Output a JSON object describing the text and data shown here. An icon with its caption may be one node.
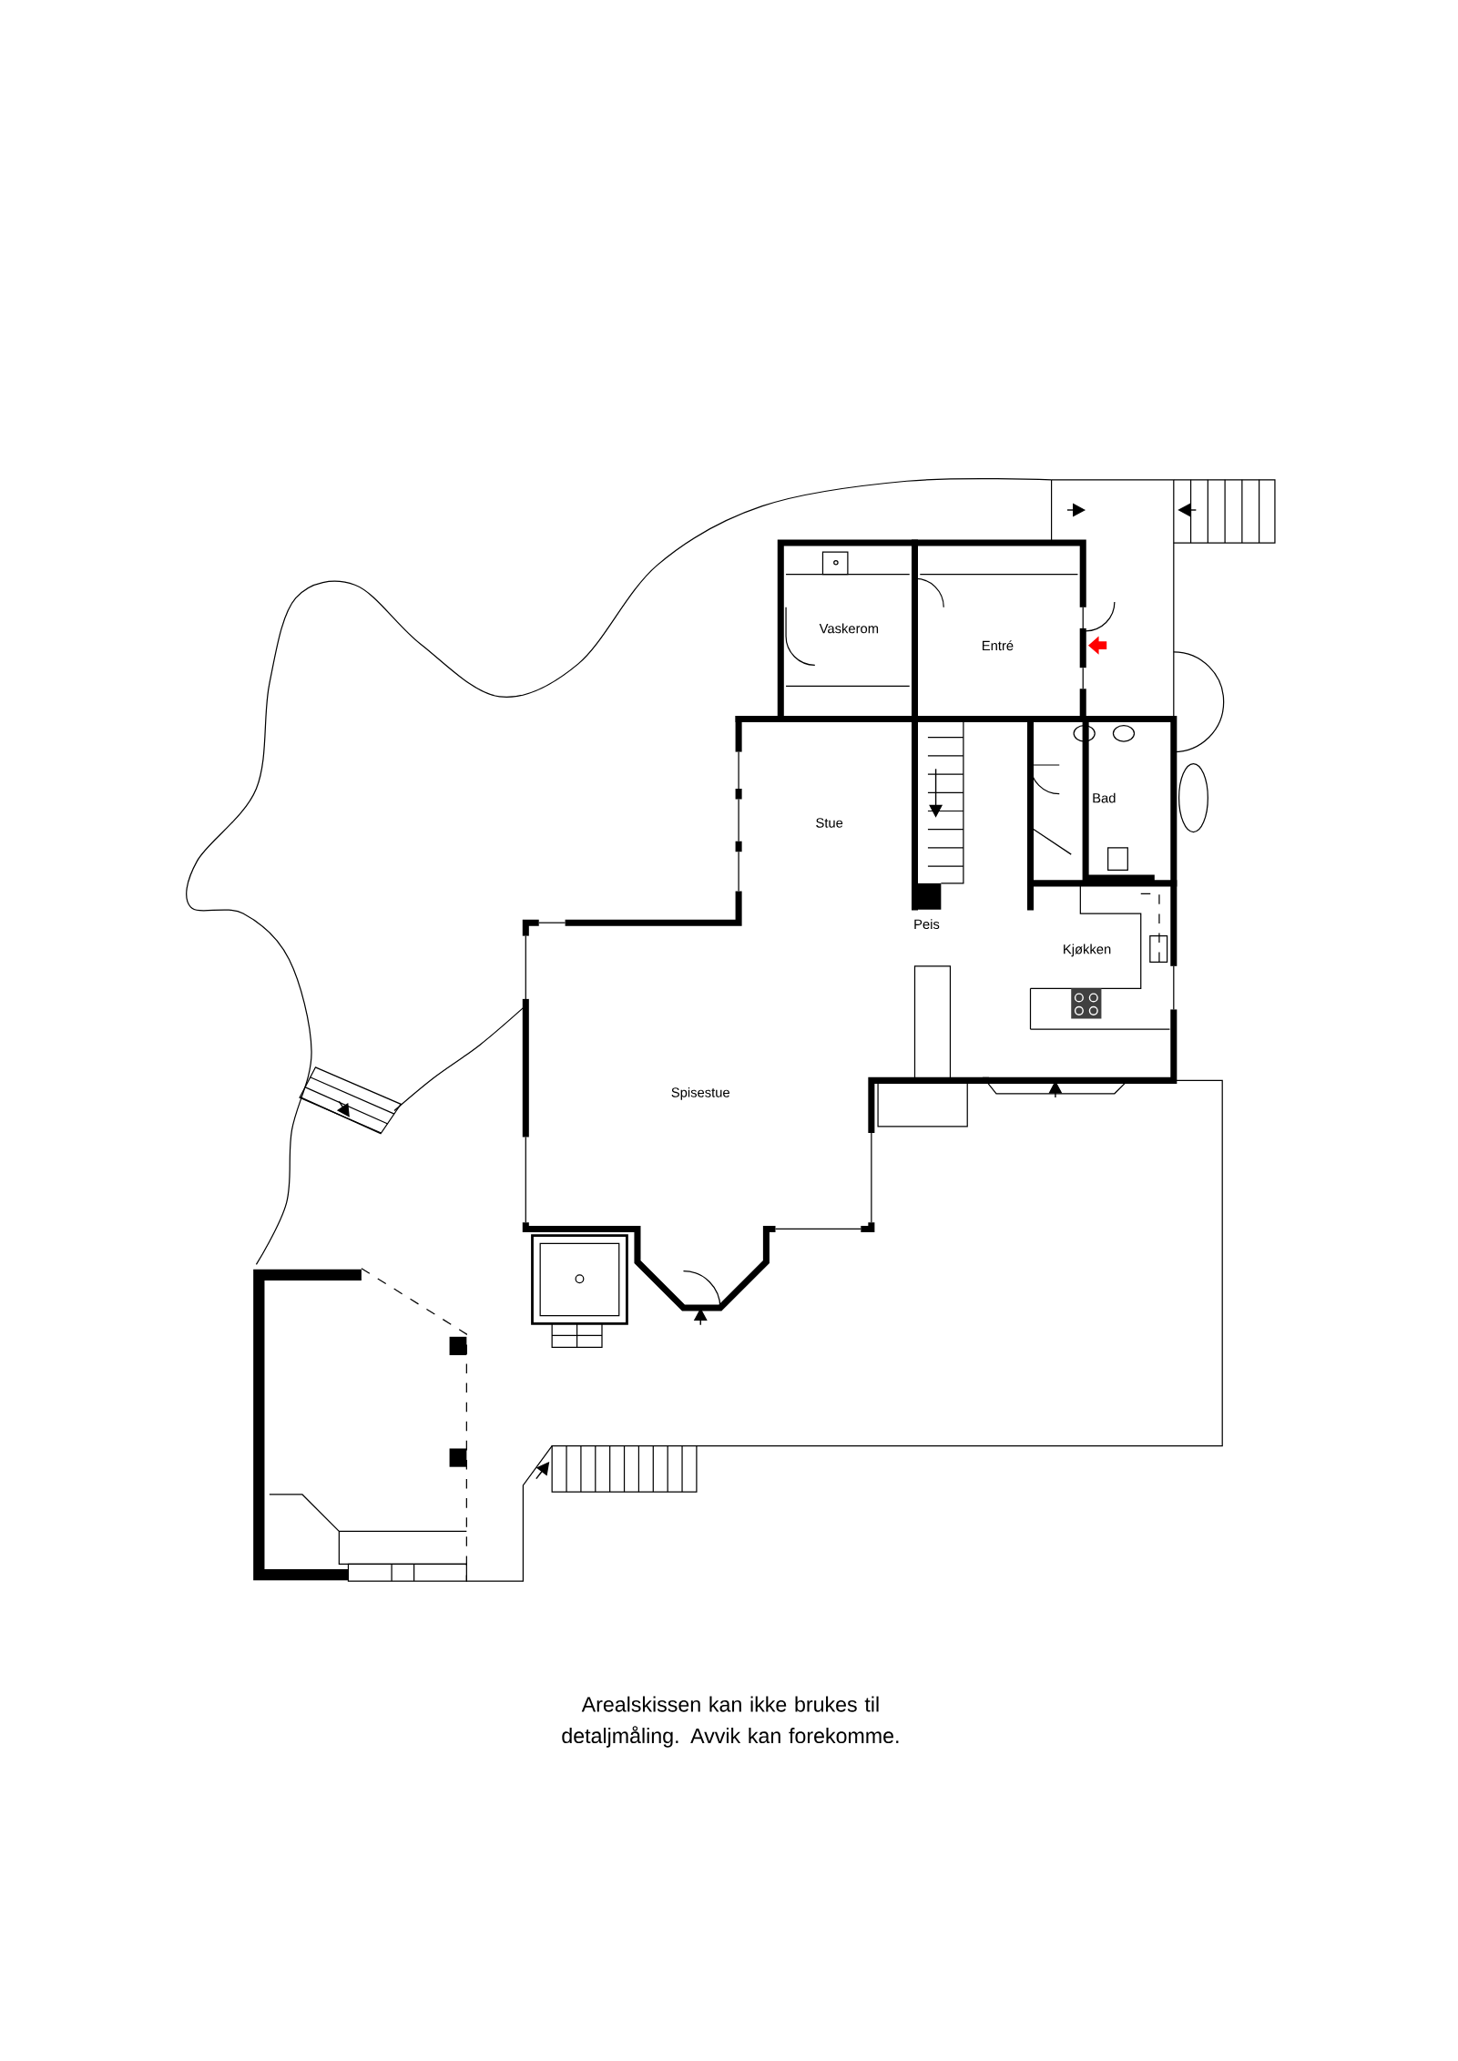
{
  "diagram": {
    "caption": "Arealskissen kan ikke brukes til detaljmåling. Avvik kan forekomme.",
    "labels": [
      "Vaskerom",
      "Entré",
      "Stue",
      "Bad",
      "Peis",
      "Kjøkken",
      "Spisestue"
    ]
  }
}
